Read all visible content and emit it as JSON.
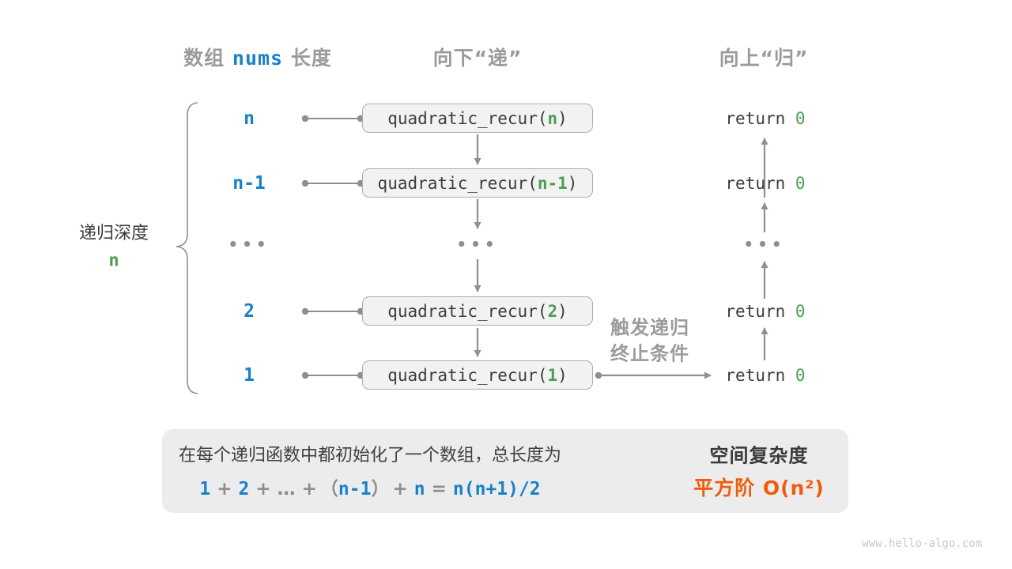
{
  "title_row": {
    "col_nums_pre": "数组",
    "col_nums_code": "nums",
    "col_nums_post": "长度",
    "col_down": "向下“递”",
    "col_up": "向上“归”"
  },
  "depth_label": {
    "text": "递归深度",
    "value": "n"
  },
  "rows": [
    {
      "nums": "n",
      "call_prefix": "quadratic_recur(",
      "call_arg": "n",
      "call_suffix": ")",
      "ret_prefix": "return ",
      "ret_value": "0"
    },
    {
      "nums": "n-1",
      "call_prefix": "quadratic_recur(",
      "call_arg": "n-1",
      "call_suffix": ")",
      "ret_prefix": "return ",
      "ret_value": "0"
    },
    {
      "ellipsis": "•••"
    },
    {
      "nums": "2",
      "call_prefix": "quadratic_recur(",
      "call_arg": "2",
      "call_suffix": ")",
      "ret_prefix": "return ",
      "ret_value": "0"
    },
    {
      "nums": "1",
      "call_prefix": "quadratic_recur(",
      "call_arg": "1",
      "call_suffix": ")",
      "ret_prefix": "return ",
      "ret_value": "0"
    }
  ],
  "base_case_note": {
    "line1": "触发递归",
    "line2": "终止条件"
  },
  "summary": {
    "sentence": "在每个递归函数中都初始化了一个数组，总长度为",
    "formula": [
      {
        "t": "1"
      },
      {
        "t": "+"
      },
      {
        "t": "2"
      },
      {
        "t": "+"
      },
      {
        "t": "…"
      },
      {
        "t": "+"
      },
      {
        "t": "（"
      },
      {
        "t": "n-1"
      },
      {
        "t": "）"
      },
      {
        "t": "+"
      },
      {
        "t": "n"
      },
      {
        "t": "="
      },
      {
        "t": "n(n+1)/2"
      }
    ],
    "result_title": "空间复杂度",
    "result_value": "平方阶 O(n²)"
  },
  "watermark": "www.hello-algo.com",
  "colors": {
    "blue": "#1a80c9",
    "green": "#4c9e50",
    "orange": "#f25b0c",
    "gray_label": "#9b9b9b",
    "dark_text": "#3d3d3d",
    "arrow": "#8f8f8f",
    "box_fill": "#f2f2f2",
    "box_border": "#adadad",
    "summary_fill": "#ececec"
  }
}
